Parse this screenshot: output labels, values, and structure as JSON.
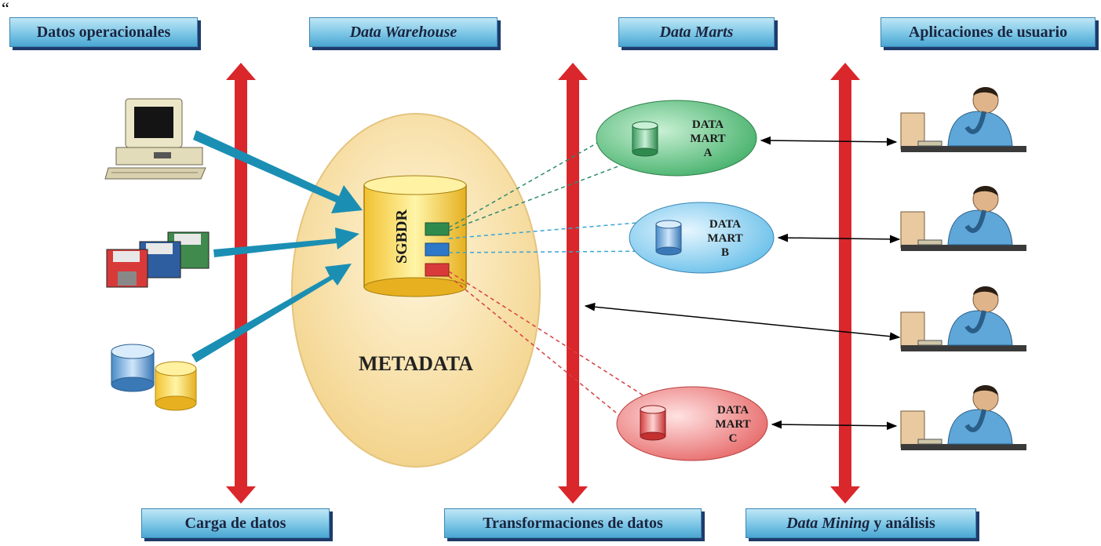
{
  "stray_char": "“",
  "headers": {
    "datos_operacionales": "Datos operacionales",
    "data_warehouse": "Data Warehouse",
    "data_marts": "Data Marts",
    "aplicaciones": "Aplicaciones de usuario",
    "carga": "Carga de datos",
    "transformaciones": "Transformaciones de datos",
    "data_mining": "Data Mining",
    "analisis": " y análisis"
  },
  "warehouse": {
    "sgbdr": "SGBDR",
    "metadata": "METADATA"
  },
  "marts": [
    {
      "line1": "DATA",
      "line2": "MART",
      "line3": "A",
      "color": "#46b36b"
    },
    {
      "line1": "DATA",
      "line2": "MART",
      "line3": "B",
      "color": "#5db8e6"
    },
    {
      "line1": "DATA",
      "line2": "MART",
      "line3": "C",
      "color": "#e86a6a"
    }
  ],
  "colors": {
    "red_arrow": "#d9272b",
    "blue_arrow": "#1b8fb3",
    "header_shadow": "#1e3b6b",
    "egg": "#f9e0a6"
  }
}
